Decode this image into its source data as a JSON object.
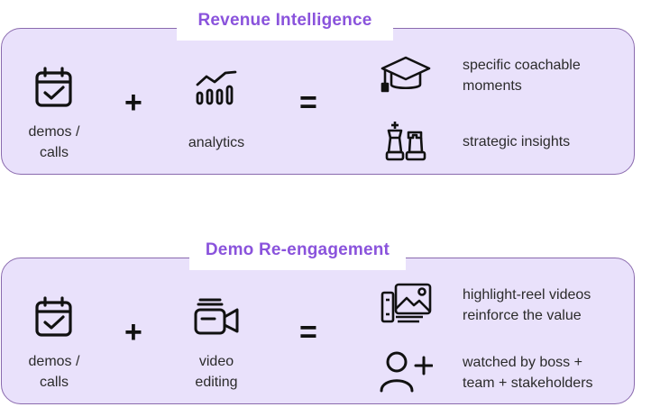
{
  "sections": [
    {
      "title": "Revenue Intelligence",
      "input1": {
        "icon": "calendar-check-icon",
        "label": "demos /\ncalls"
      },
      "plus": "+",
      "input2": {
        "icon": "analytics-chart-icon",
        "label": "analytics"
      },
      "equals": "=",
      "outputs": [
        {
          "icon": "graduation-cap-icon",
          "label": "specific coachable\nmoments"
        },
        {
          "icon": "chess-pieces-icon",
          "label": "strategic insights"
        }
      ]
    },
    {
      "title": "Demo Re-engagement",
      "input1": {
        "icon": "calendar-check-icon",
        "label": "demos /\ncalls"
      },
      "plus": "+",
      "input2": {
        "icon": "video-camera-icon",
        "label": "video\nediting"
      },
      "equals": "=",
      "outputs": [
        {
          "icon": "image-gallery-icon",
          "label": "highlight-reel videos\nreinforce the value"
        },
        {
          "icon": "add-user-icon",
          "label": "watched by boss +\nteam + stakeholders"
        }
      ]
    }
  ],
  "colors": {
    "panel_fill": "#e9e1fb",
    "panel_border": "#8a6aae",
    "title": "#8a53dc"
  }
}
